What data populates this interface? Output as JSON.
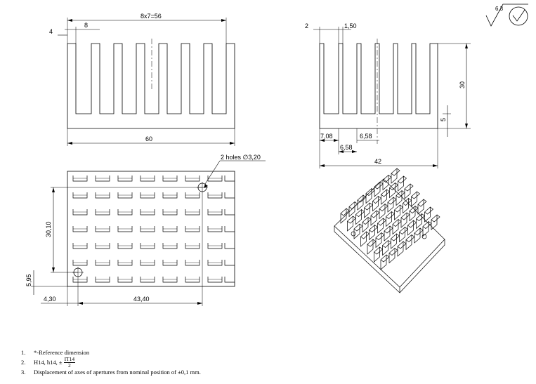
{
  "roughness": {
    "value": "6.3"
  },
  "front_view": {
    "pitch_label": "8x7=56",
    "left_offset_label": "4",
    "fin_label": "8",
    "width_label": "60"
  },
  "side_view": {
    "left_label": "2",
    "thickness_label": "1,50",
    "height_label": "30",
    "base_label": "5",
    "first_gap_label": "7,08",
    "gap_label_a": "6,58",
    "gap_label_b": "6,58",
    "width_label": "42"
  },
  "top_view": {
    "holes_label": "2 holes ∅3,20",
    "hole_y_label": "30,10",
    "hole_base_label": "5,95",
    "hole_x_label": "4,30",
    "hole_span_label": "43,40"
  },
  "notes": {
    "n1_num": "1.",
    "n1": "*-Reference dimension",
    "n2_num": "2.",
    "n2": "H14, h14, ±",
    "n2_frac_top": "IT14",
    "n2_frac_bottom": "2",
    "n3_num": "3.",
    "n3": "Displacement of axes of apertures from nominal position of ±0,1 mm."
  }
}
